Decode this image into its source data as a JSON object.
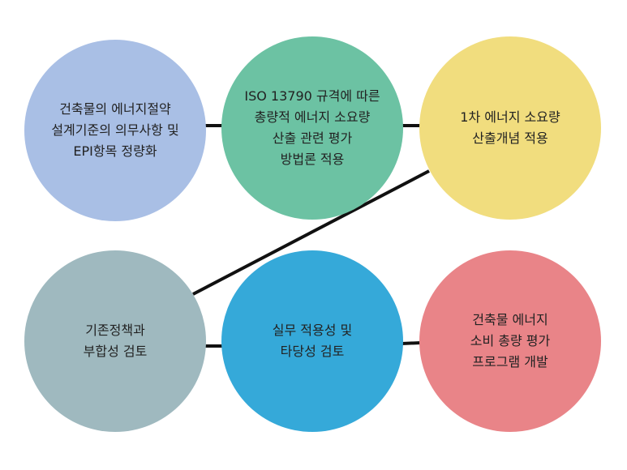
{
  "nodes": [
    {
      "id": "n1",
      "color": "#a9bfe5",
      "lines": [
        "건축물의 에너지절약",
        "설계기준의 의무사항 및",
        "EPI항목 정량화"
      ]
    },
    {
      "id": "n2",
      "color": "#6cc2a3",
      "lines": [
        "ISO 13790 규격에 따른",
        "총량적 에너지 소요량",
        "산출 관련 평가",
        "방법론 적용"
      ]
    },
    {
      "id": "n3",
      "color": "#f1dd7e",
      "lines": [
        "1차 에너지 소요량",
        "산출개념 적용"
      ]
    },
    {
      "id": "n4",
      "color": "#9fb9bf",
      "lines": [
        "기존정책과",
        "부합성 검토"
      ]
    },
    {
      "id": "n5",
      "color": "#35a9d9",
      "lines": [
        "실무 적용성 및",
        "타당성 검토"
      ]
    },
    {
      "id": "n6",
      "color": "#e98488",
      "lines": [
        "건축물 에너지",
        "소비 총량 평가",
        "프로그램 개발"
      ]
    }
  ],
  "connector_color": "#111111"
}
